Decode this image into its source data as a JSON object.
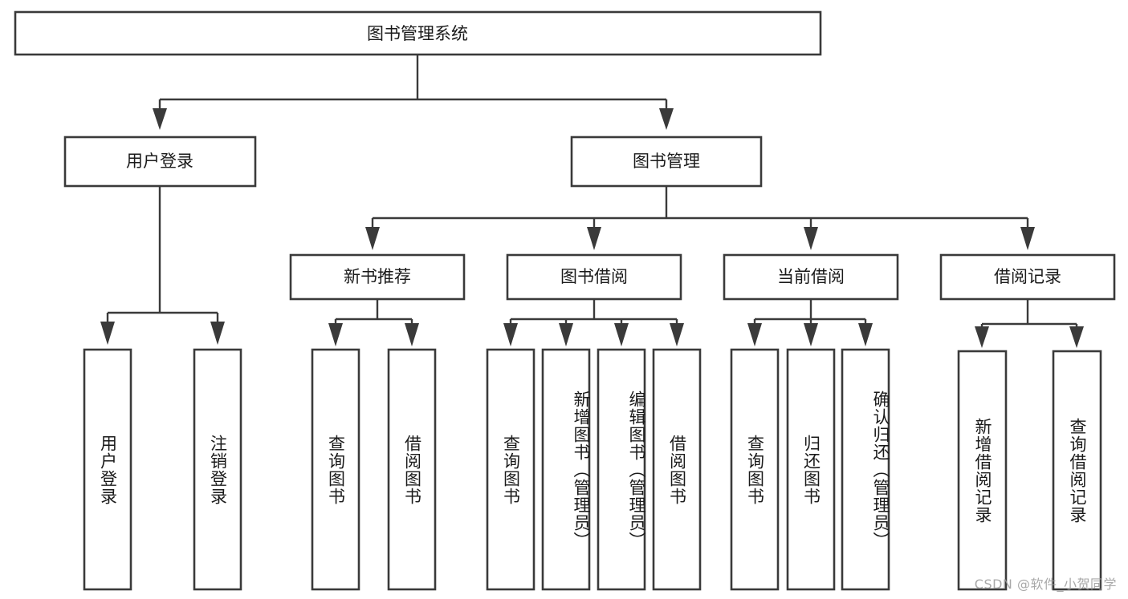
{
  "diagram": {
    "type": "tree-hierarchy",
    "title": "图书管理系统",
    "orientation": "top-down",
    "colors": {
      "box_stroke": "#3a3a3a",
      "box_fill": "#ffffff",
      "connector": "#3a3a3a",
      "text": "#1a1a1a",
      "watermark": "#9a9a9a",
      "background": "#ffffff"
    },
    "root": {
      "id": "root",
      "label": "图书管理系统"
    },
    "level2": [
      {
        "id": "user-login",
        "label": "用户登录"
      },
      {
        "id": "book-management",
        "label": "图书管理"
      }
    ],
    "level3": [
      {
        "id": "new-book-recommend",
        "label": "新书推荐",
        "parent": "book-management"
      },
      {
        "id": "book-borrow",
        "label": "图书借阅",
        "parent": "book-management"
      },
      {
        "id": "current-borrow",
        "label": "当前借阅",
        "parent": "book-management"
      },
      {
        "id": "borrow-record",
        "label": "借阅记录",
        "parent": "book-management"
      }
    ],
    "leaves": {
      "user-login": [
        {
          "id": "leaf-user-login",
          "label": "用户登录"
        },
        {
          "id": "leaf-logout-login",
          "label": "注销登录"
        }
      ],
      "new-book-recommend": [
        {
          "id": "leaf-query-book-1",
          "label": "查询图书"
        },
        {
          "id": "leaf-borrow-book-1",
          "label": "借阅图书"
        }
      ],
      "book-borrow": [
        {
          "id": "leaf-query-book-2",
          "label": "查询图书"
        },
        {
          "id": "leaf-add-book",
          "label": "新增图书（管理员）"
        },
        {
          "id": "leaf-edit-book",
          "label": "编辑图书（管理员）"
        },
        {
          "id": "leaf-borrow-book-2",
          "label": "借阅图书"
        }
      ],
      "current-borrow": [
        {
          "id": "leaf-query-book-3",
          "label": "查询图书"
        },
        {
          "id": "leaf-return-book",
          "label": "归还图书"
        },
        {
          "id": "leaf-confirm-return",
          "label": "确认归还（管理员）"
        }
      ],
      "borrow-record": [
        {
          "id": "leaf-add-record",
          "label": "新增借阅记录"
        },
        {
          "id": "leaf-query-record",
          "label": "查询借阅记录"
        }
      ]
    }
  },
  "watermark": {
    "text": "CSDN @软件_小贺同学"
  }
}
